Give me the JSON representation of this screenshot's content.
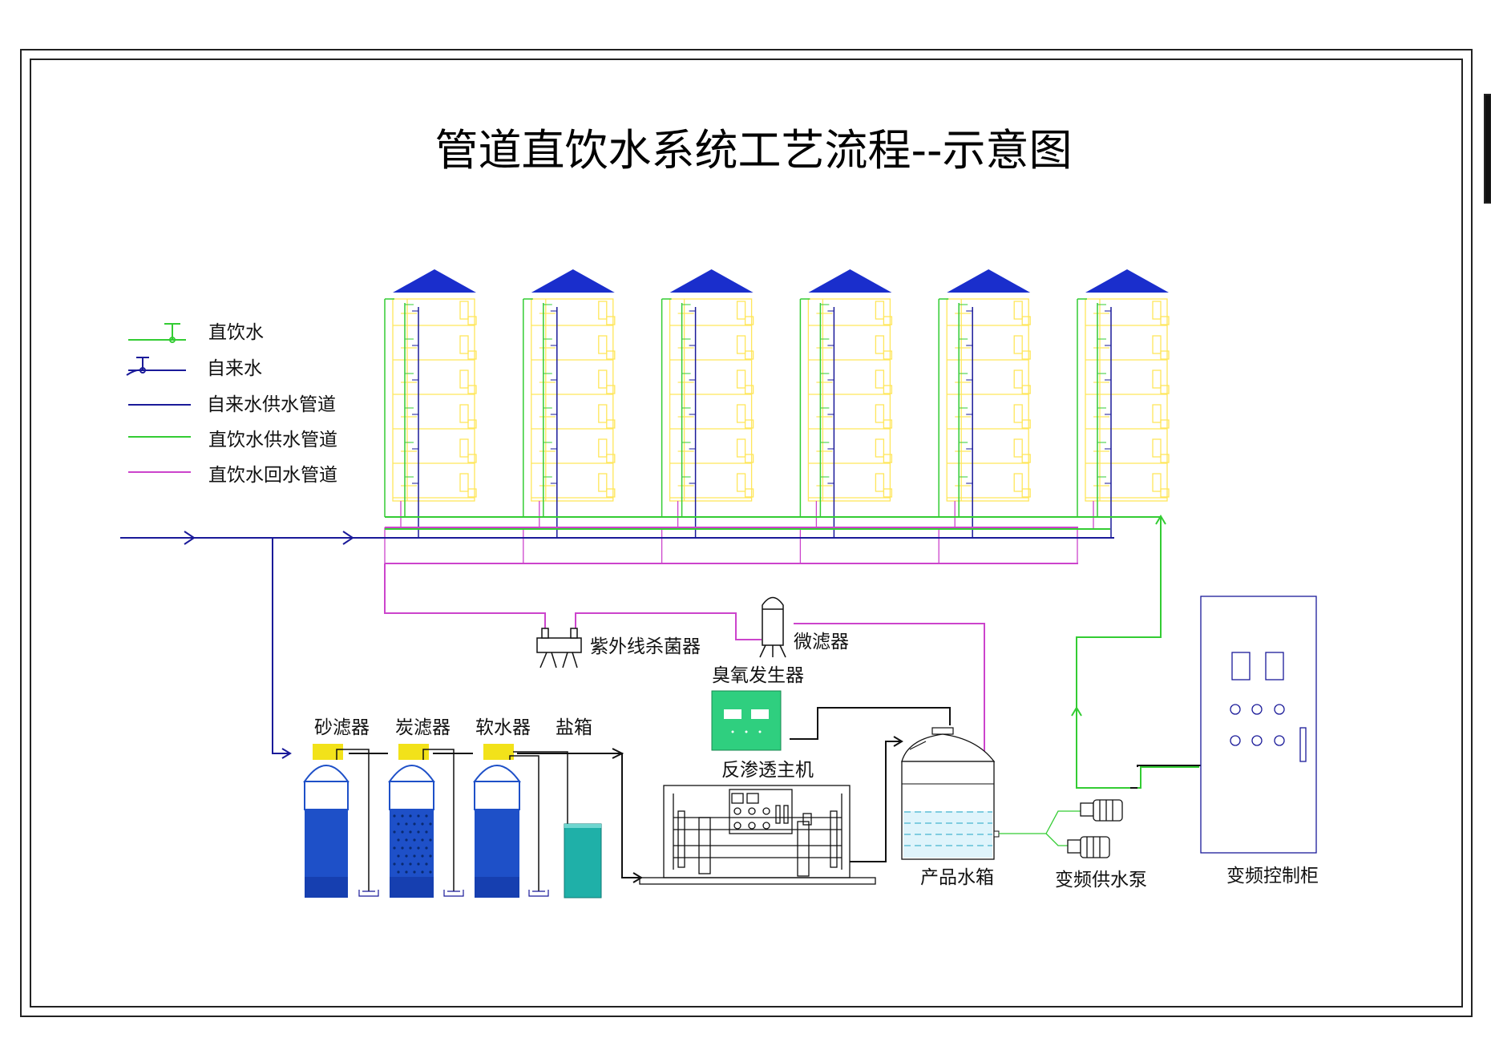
{
  "title": "管道直饮水系统工艺流程--示意图",
  "legend": [
    {
      "key": "direct-tap",
      "label": "直饮水",
      "color": "#33cc33"
    },
    {
      "key": "municipal-tap",
      "label": "自来水",
      "color": "#1a1a99"
    },
    {
      "key": "municipal-supply-pipe",
      "label": "自来水供水管道",
      "color": "#1a1a99"
    },
    {
      "key": "direct-supply-pipe",
      "label": "直饮水供水管道",
      "color": "#33cc33"
    },
    {
      "key": "direct-return-pipe",
      "label": "直饮水回水管道",
      "color": "#cc44cc"
    }
  ],
  "equipment": {
    "sand_filter": "砂滤器",
    "carbon_filter": "炭滤器",
    "softener": "软水器",
    "salt_tank": "盐箱",
    "uv_sterilizer": "紫外线杀菌器",
    "micro_filter": "微滤器",
    "ozone_generator": "臭氧发生器",
    "ro_unit": "反渗透主机",
    "product_tank": "产品水箱",
    "vf_pump": "变频供水泵",
    "vf_cabinet": "变频控制柜"
  },
  "buildings": {
    "count": 6,
    "floors": 6
  },
  "colors": {
    "municipal": "#1a1a99",
    "direct_supply": "#33cc33",
    "return": "#cc44cc",
    "roof": "#1a2ecc",
    "building": "#ffe65a",
    "resin": "#1e50c8",
    "tank_cap": "#f2e21a",
    "salt": "#1fb0a8",
    "ozone": "#2fcf7f"
  }
}
